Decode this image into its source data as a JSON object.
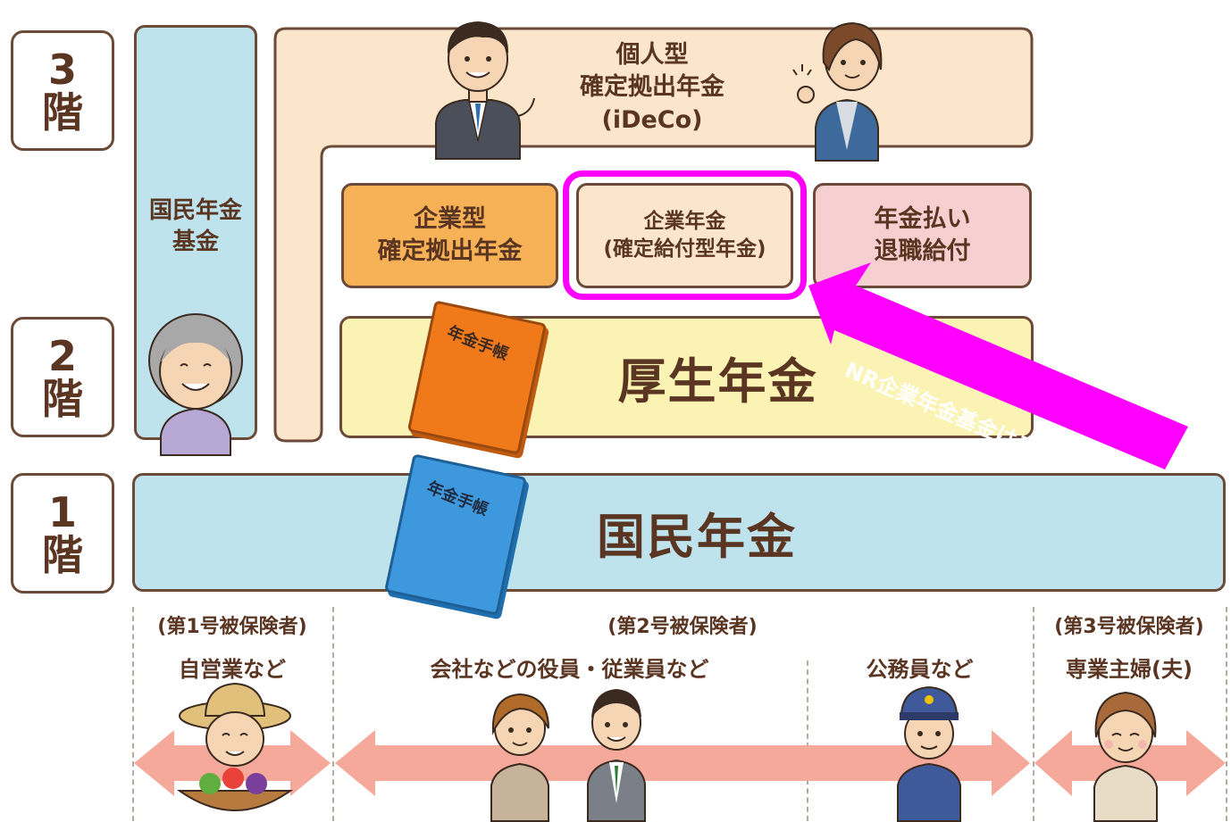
{
  "floors": [
    {
      "num": "3",
      "kanji": "階"
    },
    {
      "num": "2",
      "kanji": "階"
    },
    {
      "num": "1",
      "kanji": "階"
    }
  ],
  "blocks": {
    "kokumin_kikin": [
      "国民年金",
      "基金"
    ],
    "ideco": [
      "個人型",
      "確定拠出年金",
      "(iDeCo)"
    ],
    "kigyogata": [
      "企業型",
      "確定拠出年金"
    ],
    "kigyo_nenkin": [
      "企業年金",
      "(確定給付型年金)"
    ],
    "nenkin_barai": [
      "年金払い",
      "退職給付"
    ],
    "kosei": "厚生年金",
    "kokumin": "国民年金"
  },
  "booklets": [
    "年金手帳",
    "年金手帳"
  ],
  "callout": {
    "text": "NR企業年金基金はコレ！",
    "color": "#ff00ff"
  },
  "insured_groups": [
    {
      "label": "(第1号被保険者)",
      "subs": [
        "自営業など"
      ]
    },
    {
      "label": "(第2号被保険者)",
      "subs": [
        "会社などの役員・従業員など",
        "公務員など"
      ]
    },
    {
      "label": "(第3号被保険者)",
      "subs": [
        "専業主婦(夫)"
      ]
    }
  ],
  "colors": {
    "border": "#6b4a37",
    "text": "#5a3521",
    "light_blue": "#bfe3ec",
    "peach": "#fbe6cc",
    "orange": "#f7b257",
    "pink": "#f6cfd0",
    "yellow": "#fbf3b3",
    "arrow_band": "#f5a99b",
    "highlight": "#ff00ff"
  }
}
